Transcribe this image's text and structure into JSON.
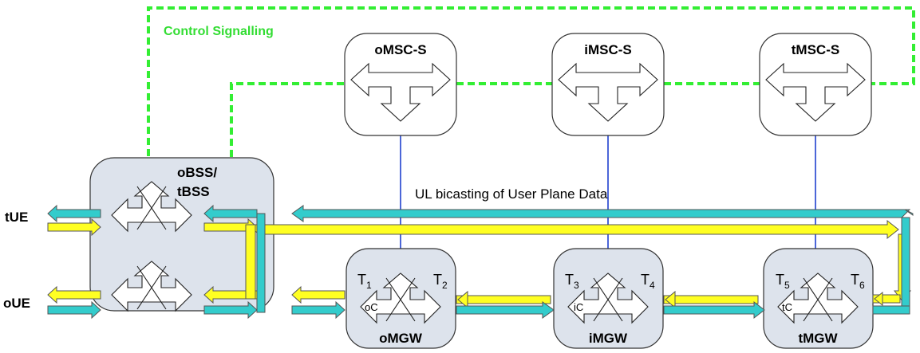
{
  "control_label": "Control Signalling",
  "bicast_label": "UL bicasting of User Plane Data",
  "msc": [
    {
      "id": "omsc",
      "label": "oMSC-S"
    },
    {
      "id": "imsc",
      "label": "iMSC-S"
    },
    {
      "id": "tmsc",
      "label": "tMSC-S"
    }
  ],
  "bss": {
    "line1": "oBSS/",
    "line2": "tBSS"
  },
  "ue": {
    "t": "tUE",
    "o": "oUE"
  },
  "mgw": [
    {
      "label": "oMGW",
      "ta": "T",
      "ta_sub": "1",
      "tb": "T",
      "tb_sub": "2",
      "ctx": "oC"
    },
    {
      "label": "iMGW",
      "ta": "T",
      "ta_sub": "3",
      "tb": "T",
      "tb_sub": "4",
      "ctx": "iC"
    },
    {
      "label": "tMGW",
      "ta": "T",
      "ta_sub": "5",
      "tb": "T",
      "tb_sub": "6",
      "ctx": "tC"
    }
  ],
  "colors": {
    "control": "#33ee33",
    "uplink": "#ffff22",
    "downlink": "#33cccc",
    "link": "#1133cc",
    "bss_fill": "#dde3ec",
    "mgw_fill": "#dde3ec"
  }
}
